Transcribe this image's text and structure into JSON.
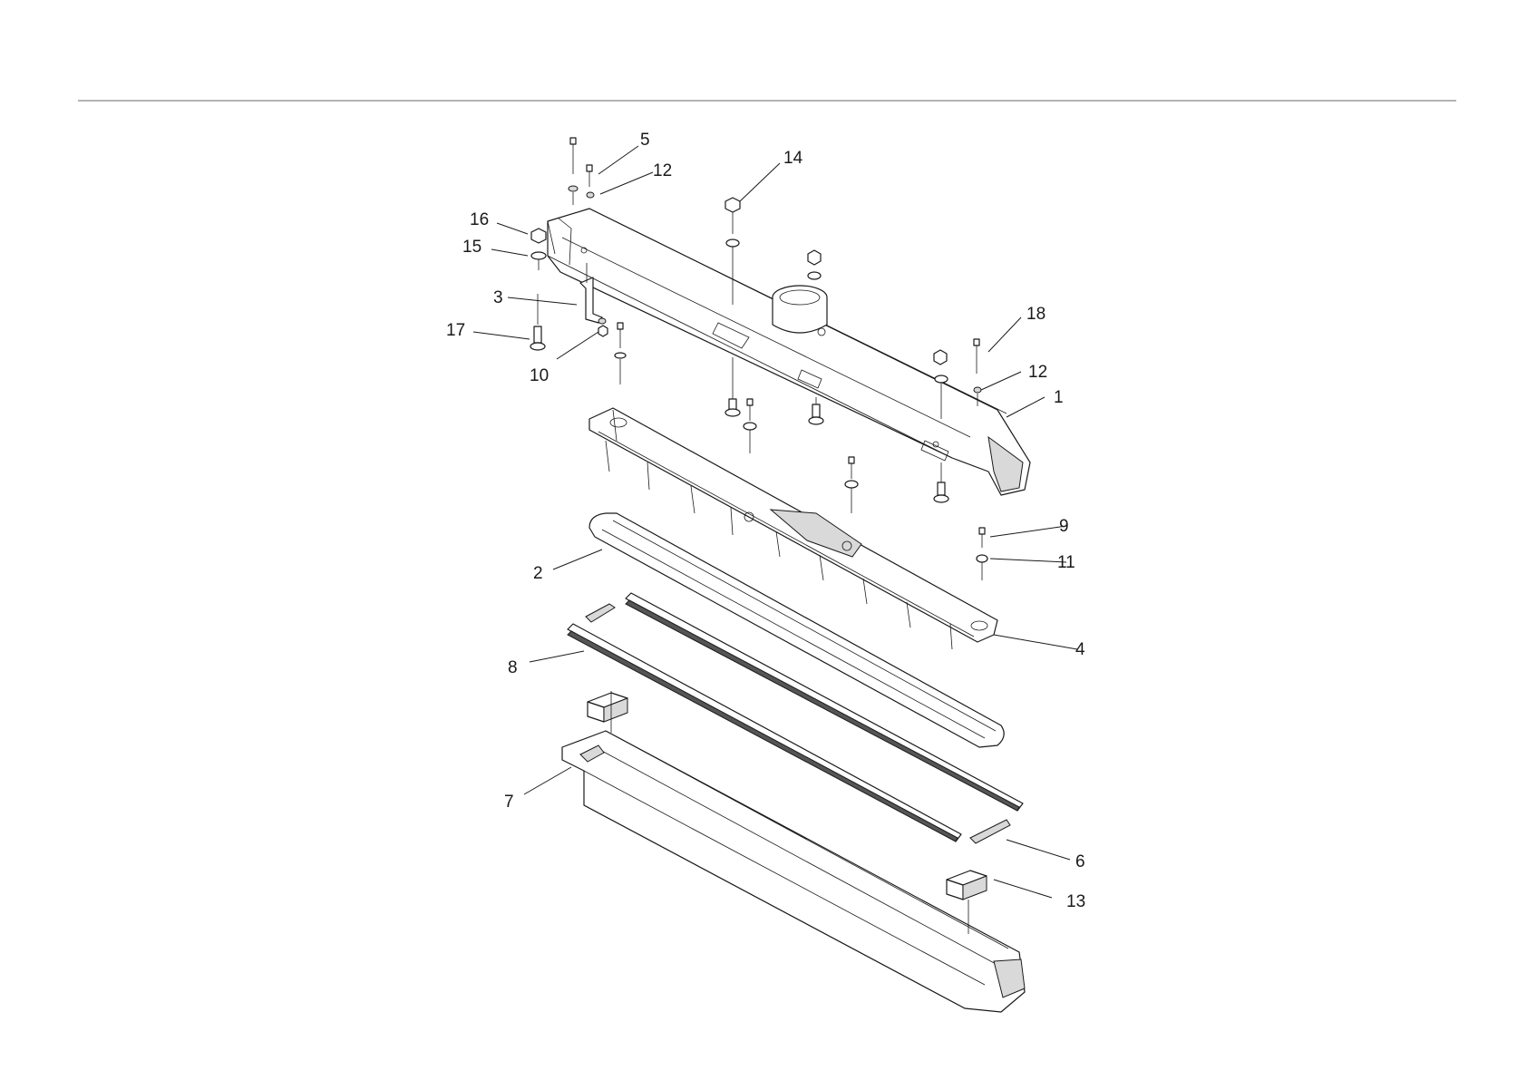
{
  "callouts": [
    {
      "id": "1",
      "label": "1"
    },
    {
      "id": "2",
      "label": "2"
    },
    {
      "id": "3",
      "label": "3"
    },
    {
      "id": "4",
      "label": "4"
    },
    {
      "id": "5",
      "label": "5"
    },
    {
      "id": "6",
      "label": "6"
    },
    {
      "id": "7",
      "label": "7"
    },
    {
      "id": "8",
      "label": "8"
    },
    {
      "id": "9",
      "label": "9"
    },
    {
      "id": "10",
      "label": "10"
    },
    {
      "id": "11",
      "label": "11"
    },
    {
      "id": "12a",
      "label": "12"
    },
    {
      "id": "12b",
      "label": "12"
    },
    {
      "id": "13",
      "label": "13"
    },
    {
      "id": "14",
      "label": "14"
    },
    {
      "id": "15",
      "label": "15"
    },
    {
      "id": "16",
      "label": "16"
    },
    {
      "id": "17",
      "label": "17"
    },
    {
      "id": "18",
      "label": "18"
    }
  ],
  "colors": {
    "line": "#1a1a1a",
    "rule": "#888888",
    "background": "#ffffff"
  }
}
